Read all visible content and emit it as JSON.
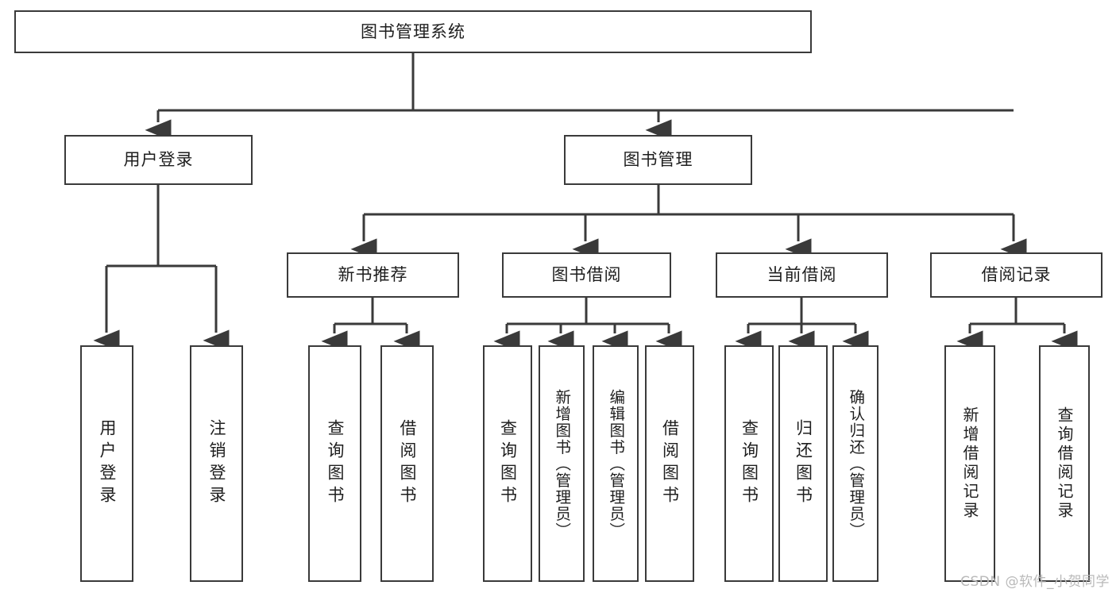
{
  "diagram": {
    "title": "图书管理系统",
    "type": "tree-hierarchy-diagram",
    "watermark": "CSDN @软件_小贺同学",
    "style": {
      "box_border_color": "#3a3a3a",
      "box_fill_color": "#ffffff",
      "edge_color": "#3a3a3a",
      "background_color": "#ffffff",
      "text_color": "#1e1e1e"
    },
    "root": {
      "label": "图书管理系统"
    },
    "level1": [
      {
        "label": "用户登录"
      },
      {
        "label": "图书管理"
      }
    ],
    "level2": [
      {
        "label": "新书推荐"
      },
      {
        "label": "图书借阅"
      },
      {
        "label": "当前借阅"
      },
      {
        "label": "借阅记录"
      }
    ],
    "leaves": {
      "user_login": [
        {
          "label": "用户登录"
        },
        {
          "label": "注销登录"
        }
      ],
      "new_book_recommend": [
        {
          "label": "查询图书"
        },
        {
          "label": "借阅图书"
        }
      ],
      "book_borrow": [
        {
          "label": "查询图书"
        },
        {
          "label": "新增图书（管理员）"
        },
        {
          "label": "编辑图书（管理员）"
        },
        {
          "label": "借阅图书"
        }
      ],
      "current_borrow": [
        {
          "label": "查询图书"
        },
        {
          "label": "归还图书"
        },
        {
          "label": "确认归还（管理员）"
        }
      ],
      "borrow_records": [
        {
          "label": "新增借阅记录"
        },
        {
          "label": "查询借阅记录"
        }
      ]
    }
  }
}
